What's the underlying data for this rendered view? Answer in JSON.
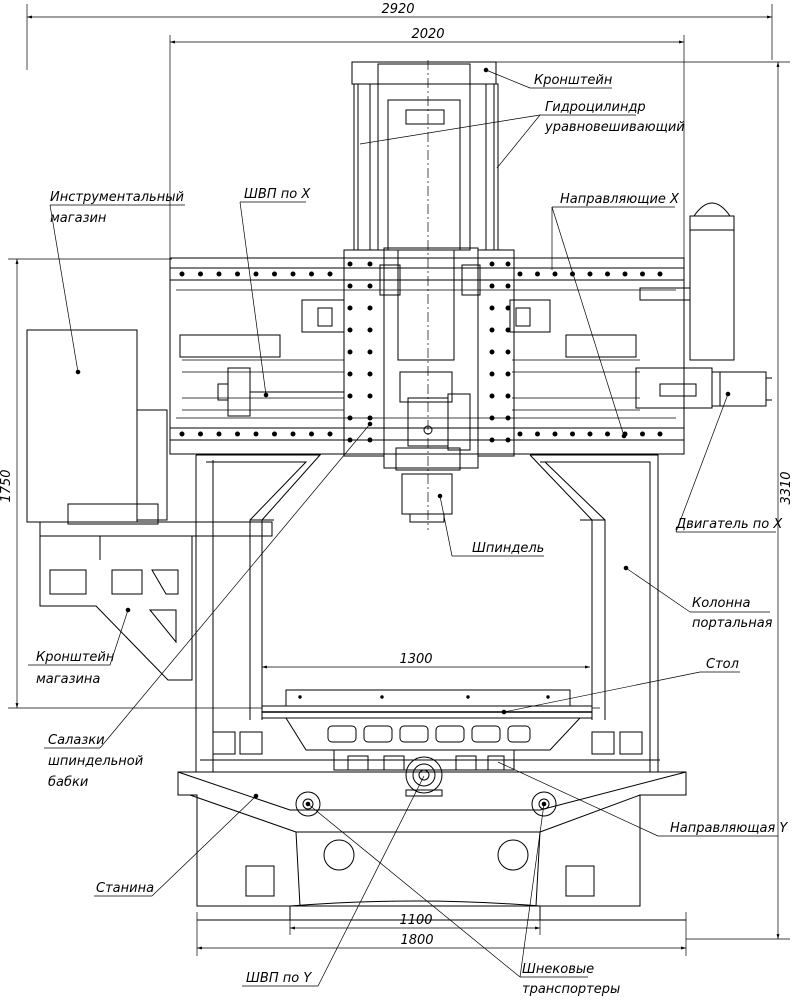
{
  "dimensions": {
    "overall_width": "2920",
    "gantry_width": "2020",
    "table_width": "1300",
    "slot_width": "1100",
    "base_width": "1800",
    "height_table": "1750",
    "height_total": "3310"
  },
  "labels": {
    "bracket": "Кронштейн",
    "hydro_line1": "Гидроцилиндр",
    "hydro_line2": "уравновешивающий",
    "tool_mag_line1": "Инструментальный",
    "tool_mag_line2": "магазин",
    "ballscrew_x": "ШВП по X",
    "guides_x": "Направляющие X",
    "motor_x": "Двигатель по X",
    "spindle": "Шпиндель",
    "column_line1": "Колонна",
    "column_line2": "портальная",
    "table": "Стол",
    "mag_bracket_line1": "Кронштейн",
    "mag_bracket_line2": "магазина",
    "slide_line1": "Салазки",
    "slide_line2": "шпиндельной",
    "slide_line3": "бабки",
    "guide_y": "Направляющая Y",
    "bed": "Станина",
    "ballscrew_y": "ШВП по Y",
    "conveyors_line1": "Шнековые",
    "conveyors_line2": "транспортеры"
  }
}
